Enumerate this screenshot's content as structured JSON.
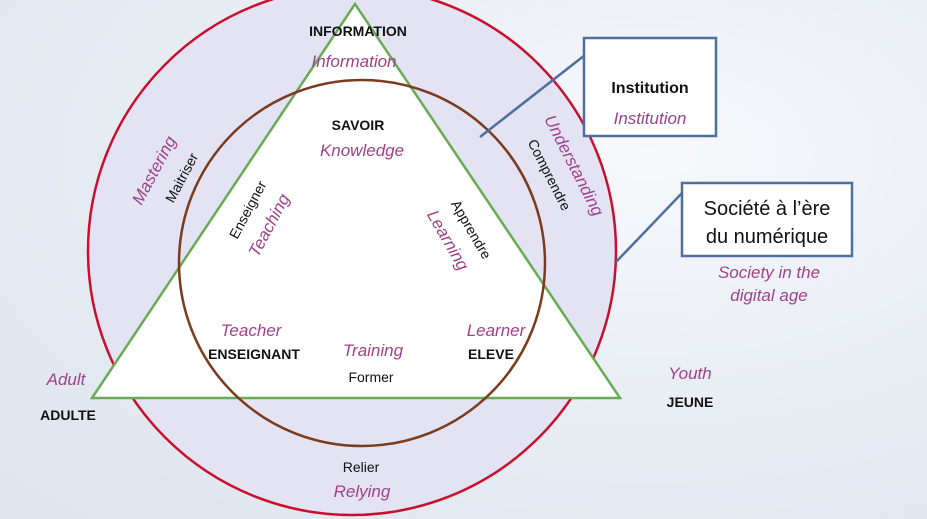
{
  "top": {
    "fr": "INFORMATION",
    "en": "Information"
  },
  "center": {
    "fr": "SAVOIR",
    "en": "Knowledge"
  },
  "left_arc": {
    "fr": "Maitriser",
    "en": "Mastering"
  },
  "right_arc": {
    "fr": "Comprendre",
    "en": "Understanding"
  },
  "left_edge": {
    "fr": "Enseigner",
    "en": "Teaching"
  },
  "right_edge": {
    "fr": "Apprendre",
    "en": "Learning"
  },
  "teacher": {
    "en": "Teacher",
    "fr": "ENSEIGNANT"
  },
  "training": {
    "en": "Training",
    "fr": "Former"
  },
  "learner": {
    "en": "Learner",
    "fr": "ELEVE"
  },
  "adult": {
    "en": "Adult",
    "fr": "ADULTE"
  },
  "youth": {
    "en": "Youth",
    "fr": "JEUNE"
  },
  "bottom": {
    "fr": "Relier",
    "en": "Relying"
  },
  "institution_box": {
    "title": "Institution",
    "sub": "Institution"
  },
  "society_box": {
    "title_line1": "Société à l’ère",
    "title_line2": "du numérique",
    "sub_line1": "Society in the",
    "sub_line2": "digital age"
  },
  "colors": {
    "outer_circle": "#c8102e",
    "outer_fill": "#e3e3f3",
    "inner_circle": "#7a3b1e",
    "triangle": "#6aaa55",
    "english_text": "#a0428a",
    "box_border": "#4f6fa0"
  }
}
